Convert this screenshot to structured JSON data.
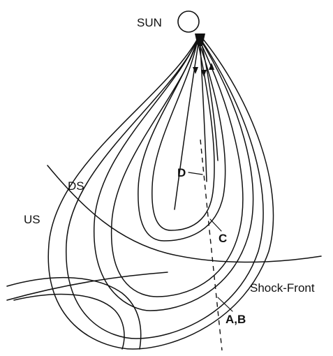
{
  "labels": {
    "sun": "SUN",
    "downstream": "DS",
    "upstream": "US",
    "shock_front": "Shock-Front",
    "point_ab": "A,B",
    "point_c": "C",
    "point_d": "D"
  }
}
